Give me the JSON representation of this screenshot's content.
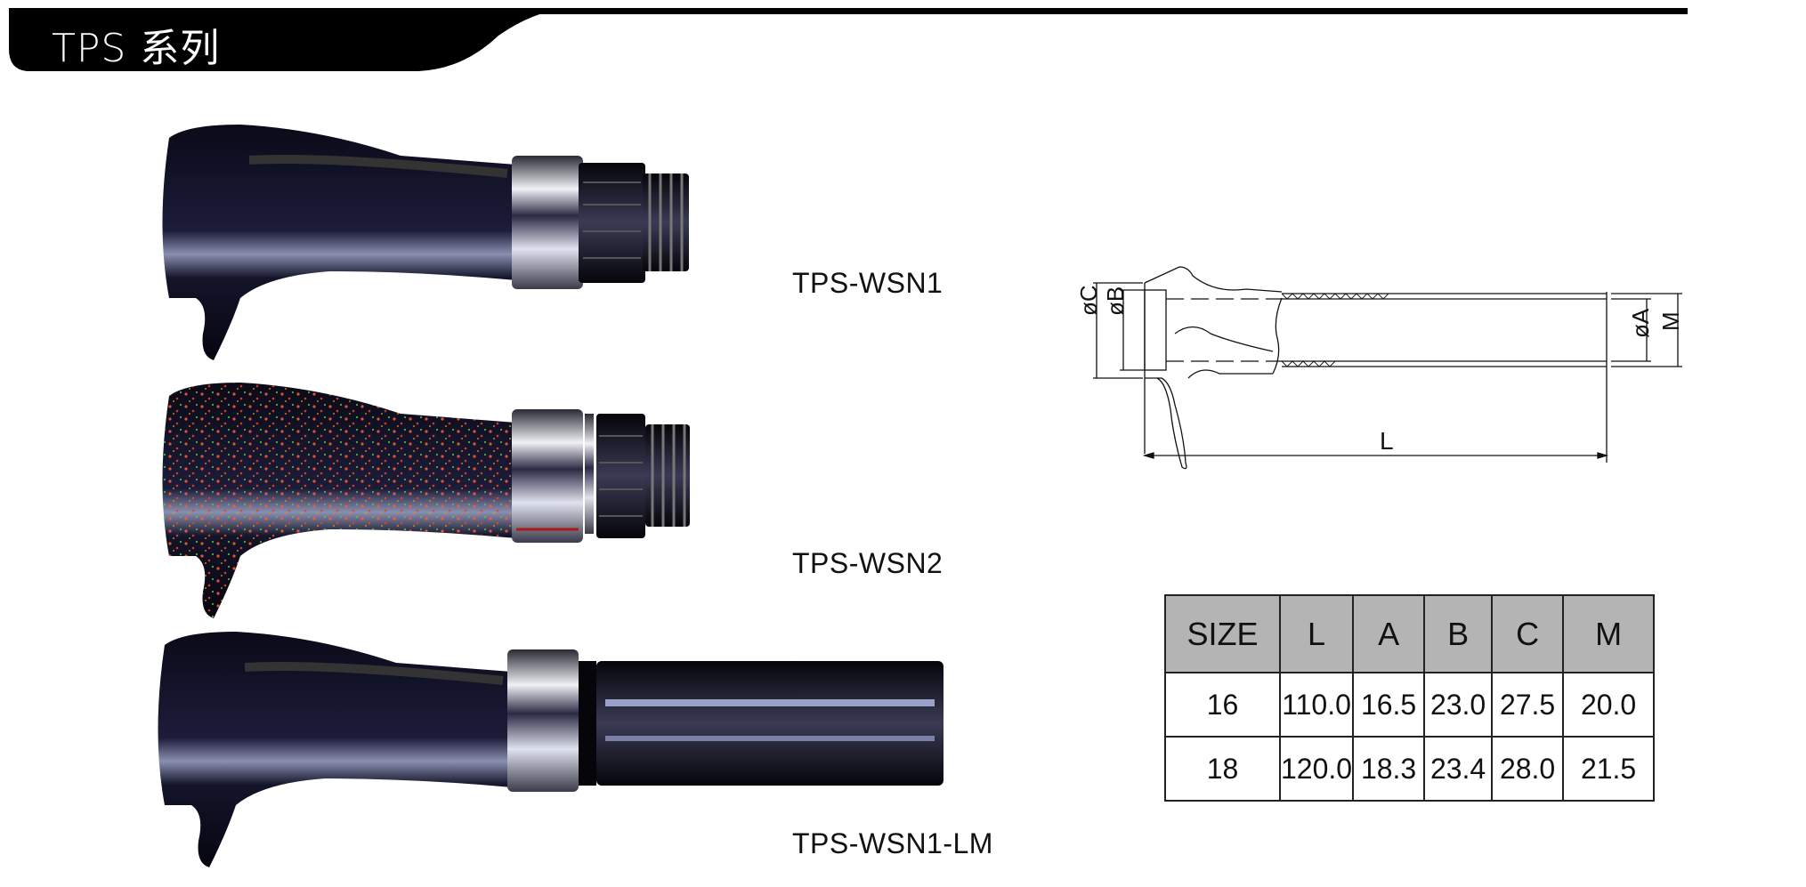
{
  "header": {
    "title": "TPS 系列",
    "band_color": "#000000"
  },
  "products": [
    {
      "model": "TPS-WSN1",
      "image": "reel-seat-black-threaded-icon",
      "finish": "glossy black"
    },
    {
      "model": "TPS-WSN2",
      "image": "reel-seat-speckled-threaded-icon",
      "finish": "black with red/green speckle"
    },
    {
      "model": "TPS-WSN1-LM",
      "image": "reel-seat-black-long-icon",
      "finish": "glossy black, long barrel"
    }
  ],
  "diagram": {
    "labels": {
      "C": "øC",
      "B": "øB",
      "A": "øA",
      "M": "M",
      "L": "L"
    }
  },
  "spec_table": {
    "headers": [
      "SIZE",
      "L",
      "A",
      "B",
      "C",
      "M"
    ],
    "rows": [
      [
        "16",
        "110.0",
        "16.5",
        "23.0",
        "27.5",
        "20.0"
      ],
      [
        "18",
        "120.0",
        "18.3",
        "23.4",
        "28.0",
        "21.5"
      ]
    ],
    "header_bg": "#b4b4b4"
  }
}
